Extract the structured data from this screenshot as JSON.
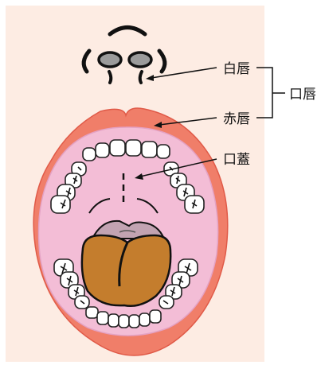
{
  "labels": {
    "white_lip": "白唇",
    "red_lip": "赤唇",
    "lips_group": "口唇",
    "palate": "口蓋"
  },
  "colors": {
    "background_panel": "#fdece3",
    "lip_outer": "#f07e69",
    "lip_border": "#e05a48",
    "mouth_interior": "#f3bdd6",
    "mouth_interior_edge": "#e4a2c4",
    "tooth": "#ffffff",
    "tooth_outline": "#222222",
    "tongue": "#c47d2d",
    "tongue_back": "#c2a3b2",
    "ink": "#111111"
  },
  "icons": [
    "nose-icon"
  ]
}
